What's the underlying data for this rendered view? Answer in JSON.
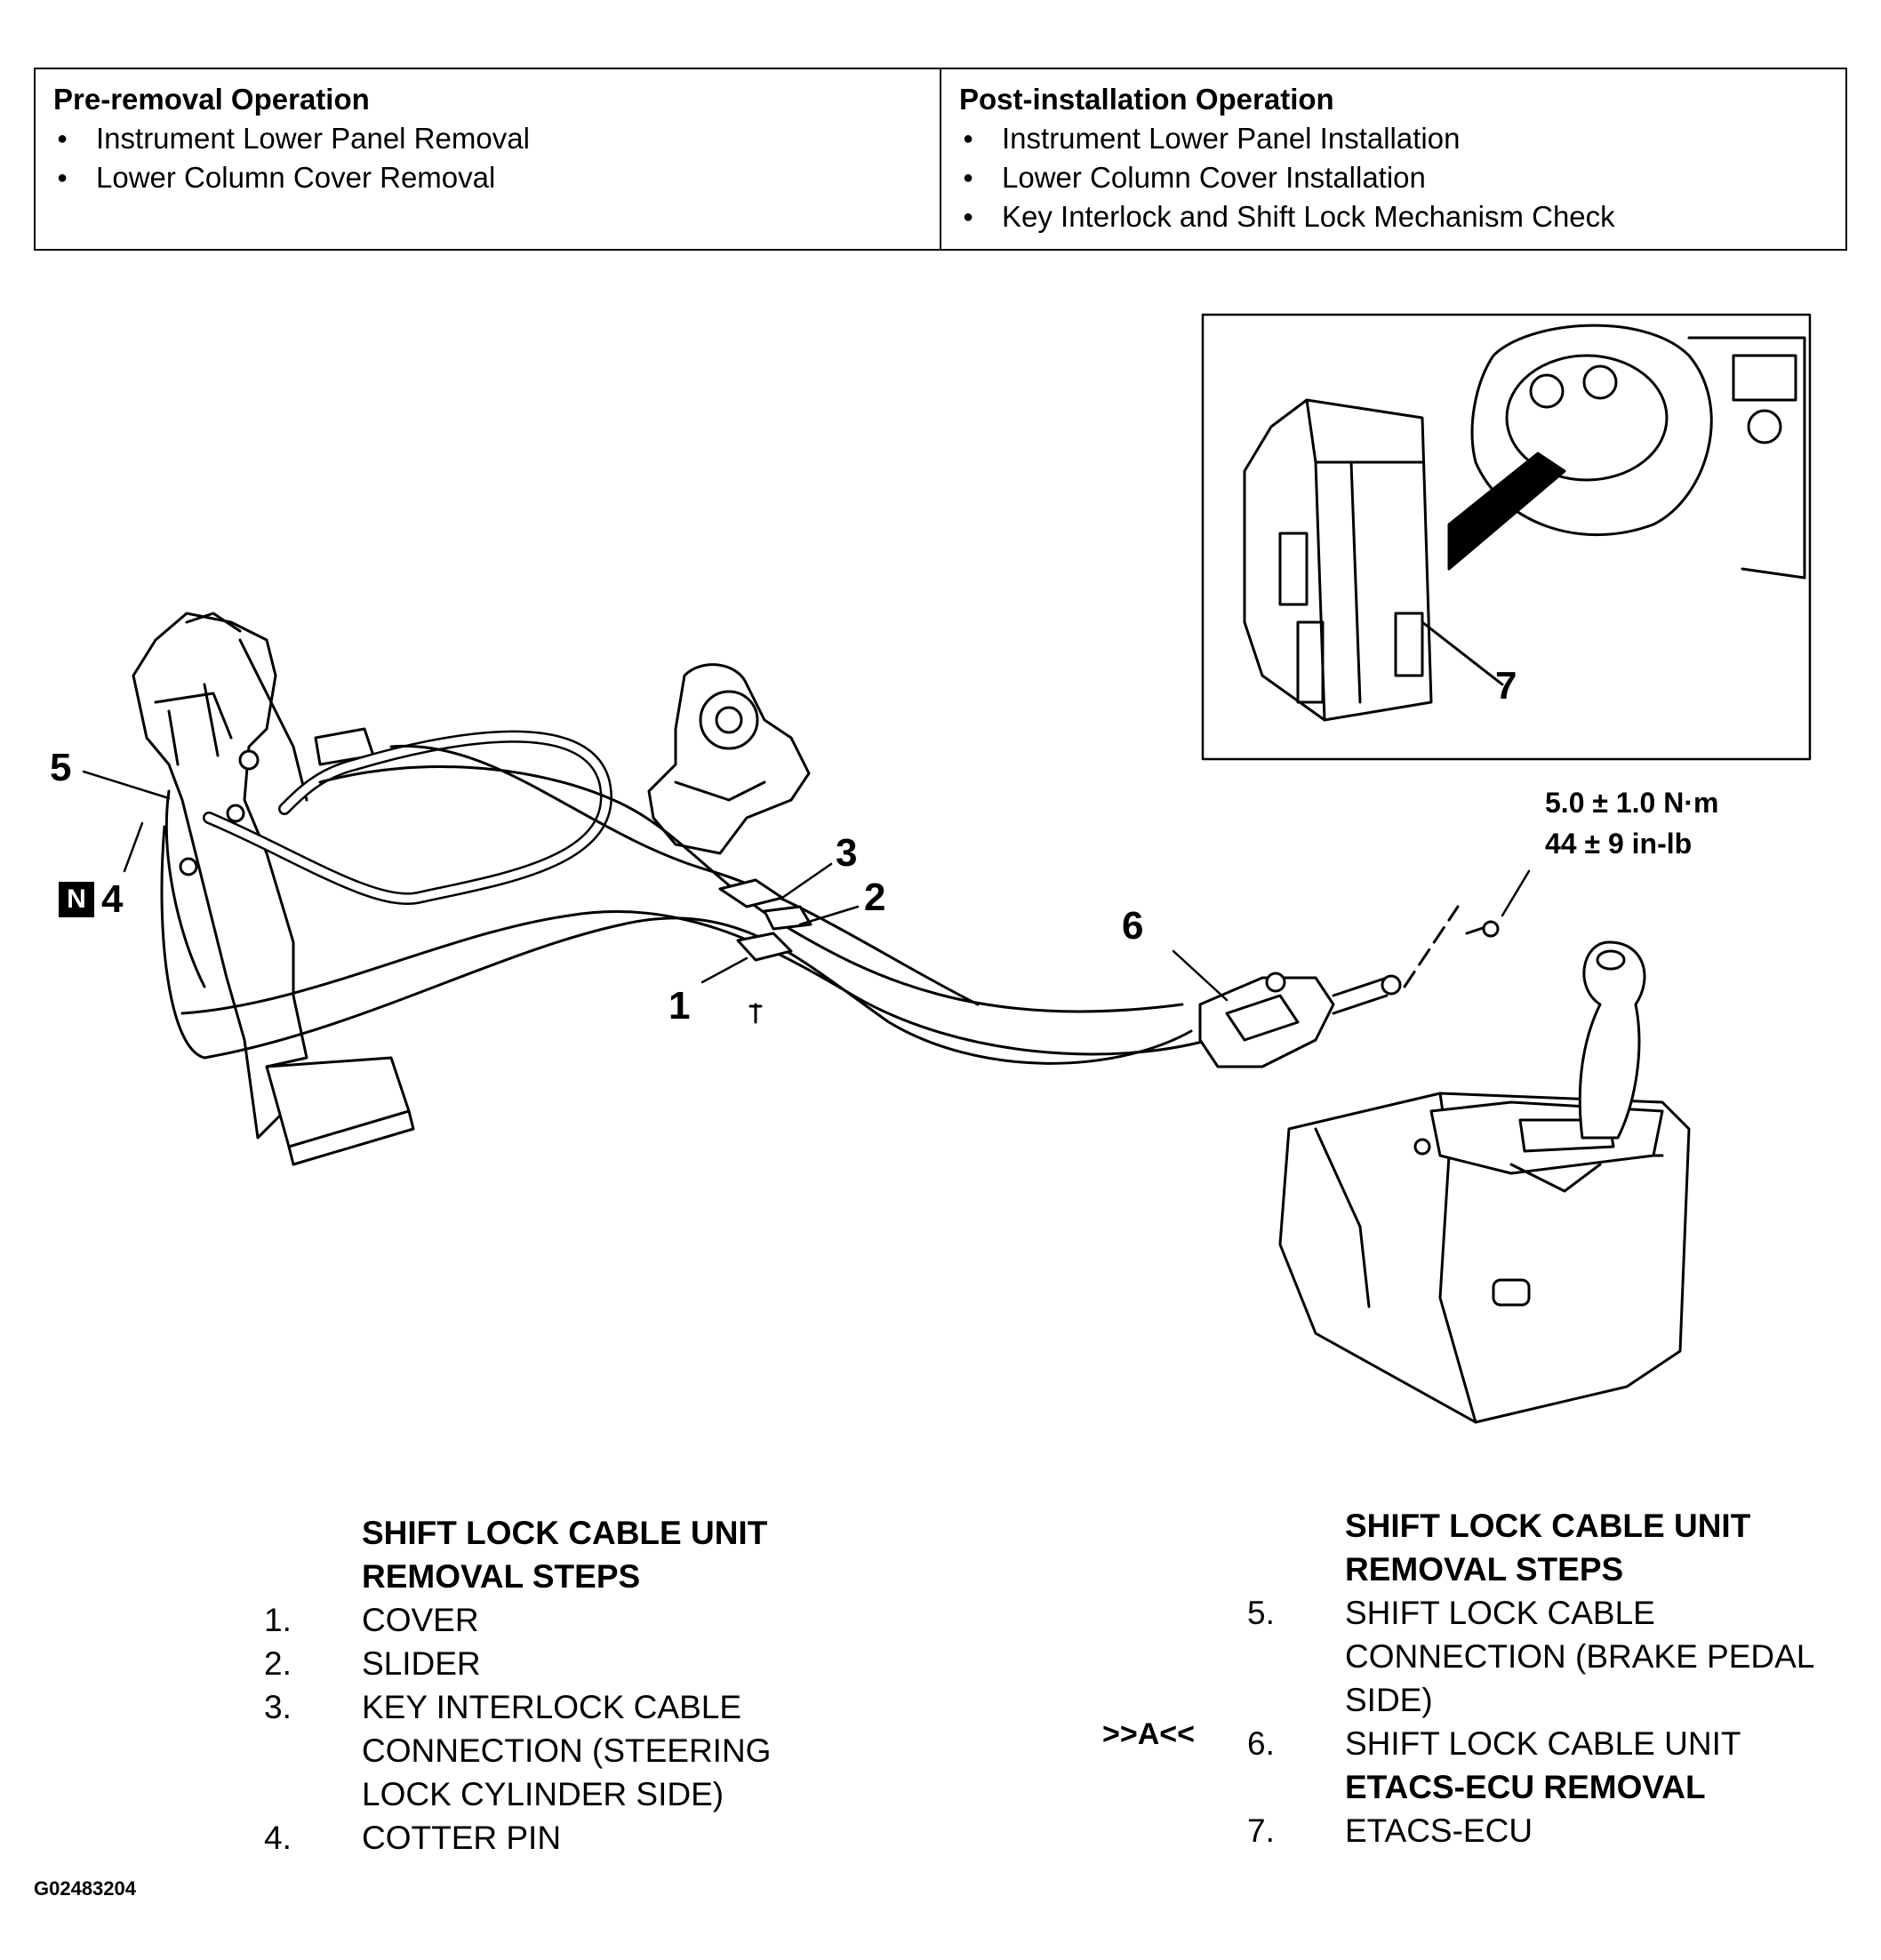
{
  "operations": {
    "pre": {
      "title": "Pre-removal Operation",
      "items": [
        "Instrument Lower Panel Removal",
        "Lower Column Cover Removal"
      ]
    },
    "post": {
      "title": "Post-installation Operation",
      "items": [
        "Instrument Lower Panel Installation",
        "Lower Column Cover Installation",
        "Key Interlock and Shift Lock Mechanism Check"
      ]
    }
  },
  "callouts": {
    "c1": "1",
    "c2": "2",
    "c3": "3",
    "c4": "4",
    "c5": "5",
    "c6": "6",
    "c7": "7",
    "n_badge": "N"
  },
  "torque": {
    "metric": "5.0 ± 1.0 N·m",
    "imperial": "44 ± 9 in-lb"
  },
  "steps_left": {
    "header1": "SHIFT LOCK CABLE UNIT",
    "header2": "REMOVAL STEPS",
    "items": [
      {
        "num": "1.",
        "lines": [
          "COVER"
        ]
      },
      {
        "num": "2.",
        "lines": [
          "SLIDER"
        ]
      },
      {
        "num": "3.",
        "lines": [
          "KEY INTERLOCK CABLE",
          "CONNECTION (STEERING",
          "LOCK CYLINDER SIDE)"
        ]
      },
      {
        "num": "4.",
        "lines": [
          "COTTER PIN"
        ]
      }
    ]
  },
  "steps_right": {
    "header1": "SHIFT LOCK CABLE UNIT",
    "header2": "REMOVAL STEPS",
    "items": [
      {
        "num": "5.",
        "lines": [
          "SHIFT LOCK CABLE",
          "CONNECTION (BRAKE PEDAL",
          "SIDE)"
        ]
      },
      {
        "num": "6.",
        "lines": [
          "SHIFT LOCK CABLE UNIT"
        ]
      }
    ],
    "etacs_header": "ETACS-ECU REMOVAL",
    "etacs_item": {
      "num": "7.",
      "lines": [
        "ETACS-ECU"
      ]
    }
  },
  "ref_mark": ">>A<<",
  "figure_code": "G02483204"
}
